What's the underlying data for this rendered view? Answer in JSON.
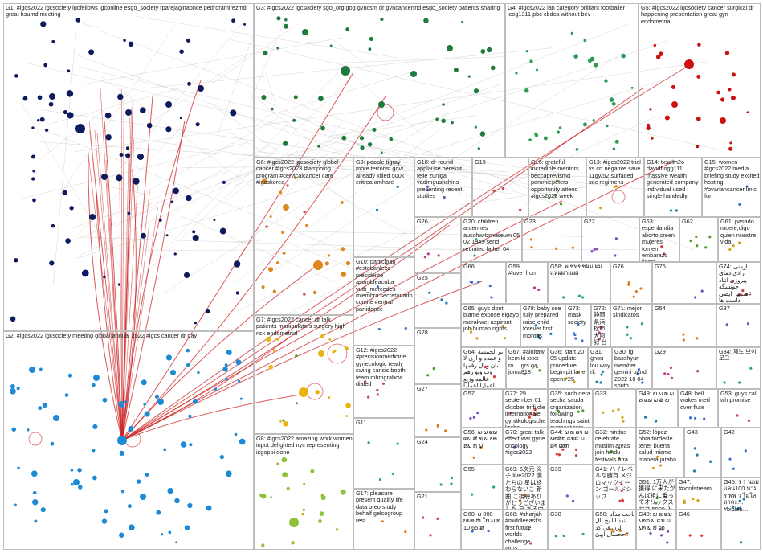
{
  "groups": {
    "G1": "G1: #igcs2022 igcsociety igcfellows igconline esgo_society rparejaginaonce pedroramirezmd great hsumd meeting",
    "G2": "G2: #igcs2022 igcsociety meeting global annual 2022 #igcs cancer dr day",
    "G3": "G3: #igcs2022 igcsociety sgo_org gog gyncsm dr gyncancermd esgo_society patients sharing",
    "G4": "G4: #igcs2022 ian category brilliant footballer icog1311 pbc cbdca without bev",
    "G5": "G5: #igcs2022 igcsociety cancer surgical dr happening presentation great gyn endometrial",
    "G6": "G6: #igcs2022 igcsociety global cancer #igcs2023 #lampoing program #cervicalcancer care #igcskorea",
    "G7": "G7: #igcs2022 cancer dr talk patients manipulators surgery high risk endometrial",
    "G8": "G8: #igcs2022 amazing work women input delighted nyc representing isgoppi done",
    "G9": "G9: people tigray more terrorist govt already killed 500k eritrea amhare",
    "G10": "G10: participan #estebanlezo presidente asambleacuba yudi_mercedes miembro secretariado comité #entral partidopcc",
    "G11": "G11",
    "G12": "G12: #igcs2022 #precisionmedicine gynecologic ready swing carlsis booth team mhmgrabow dialed",
    "G13": "G13: #igcs2022 trial vs crt negative save 11gy/52 surfaced soc regimens",
    "G14": "G14: txsalth2o davidhogg111 massive wealth generated company individual used single handedly",
    "G15": "G15: women #igcs2022 media briefing study excited hosting #ovariancancer lmic fun",
    "G16": "G16: grateful incredible mentors beccaprevismd pammiepeters opportunity attend #igcs2022 week",
    "G17": "G17: pleasure present quality life data oreo study behalf gelcogroup rest",
    "G18": "G18: dr round applause berekat felle zuniga vadimgushchins presenting recent studies",
    "G19": "G19",
    "G20": "G20: children ardennes auschwitzmuseum 05 02 1943 send reunited father 04",
    "G21": "G21",
    "G22": "G22",
    "G23": "G23",
    "G24": "G24",
    "G25": "G25",
    "G26": "G26",
    "G27": "G27",
    "G28": "G28",
    "G29": "G29",
    "G30": "G30: ig basshyun member gemini band 2022 10 04 south",
    "G31": "G31: gnou lou way rk",
    "G32": "G32: hindus celebrate muslim areas join hindu festivals afra…",
    "G33": "G33",
    "G34": "G34: 제노 브이 로그",
    "G35": "G35: such dera secha sauda organization following teachings saint gurmeet ram",
    "G36": "G36: start 20 05 update procedure begin pit lane opens 25",
    "G37": "G37",
    "G38": "G38",
    "G39": "G39",
    "G40": "G40: ພ ຂ ແນ ພາກ ພ ແນ ພ ພາ ພ ປ pp",
    "G41": "G41: ハイレベルな勝負 メジロマックイーン ゴールドシップ",
    "G42": "G42",
    "G43": "G43",
    "G44": "G44: ພ ທ ລາ ພ ພາສກ ແກແ ພ ລາ ເສກ",
    "G45": "G45: ร ร นอม แลน100 นาม ร พพ ว ไม่ใลลาคะ… #bibleb…",
    "G46": "G46",
    "G47": "G47: #nordstream",
    "G48": "G48: hell wakes med over flute",
    "G49": "G49: ພ ພ ທ ພ ຮ ແພ ພ ສ ພ",
    "G50": "G50: ناحت مذاه ندذ انا بح یال الزن في كد #ححسال اپپئ",
    "G51": "G51: 1万人が獲得 に来たがんば祖に乗ってオリックス対フ 5000 入事まったから 国…",
    "G52": "G52: lópez obradordecle tener buena salud mismo manera jurabá…",
    "G53": "G53: guys call wh promise",
    "G54": "G54",
    "G55": "G55",
    "G56": "G56: ພ ພ ແພ ແພ ສ ທ ພ ພາ ຮພ ທ ພ",
    "G57": "G57",
    "G58": "G58: พ ชพขชผม ผม แหผผาแผผ",
    "G59": "G59: #love_from",
    "G60": "G60: ບ 000 ບພາ ຫ ໃບ ພ ທ 10 65 ສ",
    "G61": "G61: pasado muere,digo quien nuestre vida",
    "G62": "G62",
    "G63": "G63: espenlandia aborto,creen mujeres tomen embarazo ligera hombres paternidad",
    "G64": "G64: بو الحمسة و عمده و ازى لا بان و ال رقمها وب وبو رهم عالمه وزيع اعمارا اعمارا",
    "G65": "G65: guys dont blame expose elgayo marakwet aspirant job human rights",
    "G66": "G66",
    "G67": "G67: #ainitaw kem ki xxxx ro… grs ga joma818",
    "G68": "G68: #sharjah #middleeast's first future worlds challenge aims…",
    "G69": "G69: 5次元 災子 live2022 僕たちの 星は終わらないこ 新曲 ご視聴ありがとうございました 良 ある中に…",
    "G70": "G70: great talk effect war gyne oncology #igcs2022",
    "G71": "G71: mejor sindicatos",
    "G72": "G72: 静岡県浜松市 大雨 記 台風15号 被害発生から4日 が経過 しましたが 依然 行政の目 は…",
    "G73": "G73: mask society",
    "G74": "G74: ارمنی آزادی دمای پیروزی انتاد جونسگه #ضمها_ایضی داست ها",
    "G75": "G75",
    "G76": "G76",
    "G77": "G77: 29 september 01 oktober triffi die internationale gynäkologische krebs…",
    "G78": "G78: baby see fully prepared raise child forever first months"
  },
  "colors": {
    "G1": "#0e1a5e",
    "G2": "#1e8ad6",
    "G3": "#1f7a3d",
    "G4": "#2e9a56",
    "G5": "#cc1111",
    "G6": "#e0861e",
    "G7": "#e8b413",
    "G8": "#8fc23c",
    "edge": "#cc2222",
    "edge_gray": "#9a9a9a"
  }
}
